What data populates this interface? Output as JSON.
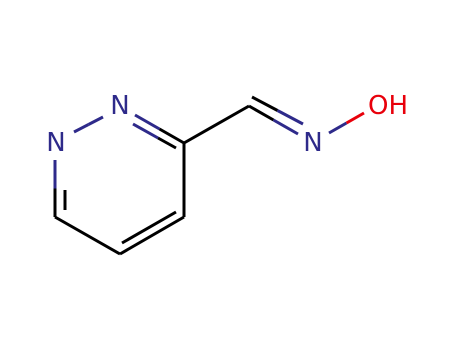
{
  "molecule": {
    "atoms": [
      {
        "id": "n1",
        "element": "N",
        "label": "N",
        "color": "#2e2a8a"
      },
      {
        "id": "n2",
        "element": "N",
        "label": "N",
        "color": "#2e2a8a"
      },
      {
        "id": "c3",
        "element": "C",
        "label": "",
        "color": "#000000"
      },
      {
        "id": "c4",
        "element": "C",
        "label": "",
        "color": "#000000"
      },
      {
        "id": "c5",
        "element": "C",
        "label": "",
        "color": "#000000"
      },
      {
        "id": "c6",
        "element": "C",
        "label": "",
        "color": "#000000"
      },
      {
        "id": "c7",
        "element": "C",
        "label": "",
        "color": "#000000"
      },
      {
        "id": "n8",
        "element": "N",
        "label": "N",
        "color": "#2e2a8a"
      },
      {
        "id": "o9",
        "element": "O",
        "label": "OH",
        "color": "#e8000b"
      }
    ],
    "bonds": [
      {
        "from": "n1",
        "to": "n2",
        "order": 1
      },
      {
        "from": "n2",
        "to": "c3",
        "order": 2
      },
      {
        "from": "c3",
        "to": "c4",
        "order": 1
      },
      {
        "from": "c4",
        "to": "c5",
        "order": 2
      },
      {
        "from": "c5",
        "to": "c6",
        "order": 1
      },
      {
        "from": "c6",
        "to": "n1",
        "order": 2
      },
      {
        "from": "c3",
        "to": "c7",
        "order": 1
      },
      {
        "from": "c7",
        "to": "n8",
        "order": 2
      },
      {
        "from": "n8",
        "to": "o9",
        "order": 1
      }
    ],
    "colors": {
      "carbon": "#000000",
      "nitrogen": "#2e2a8a",
      "oxygen": "#e8000b"
    }
  }
}
